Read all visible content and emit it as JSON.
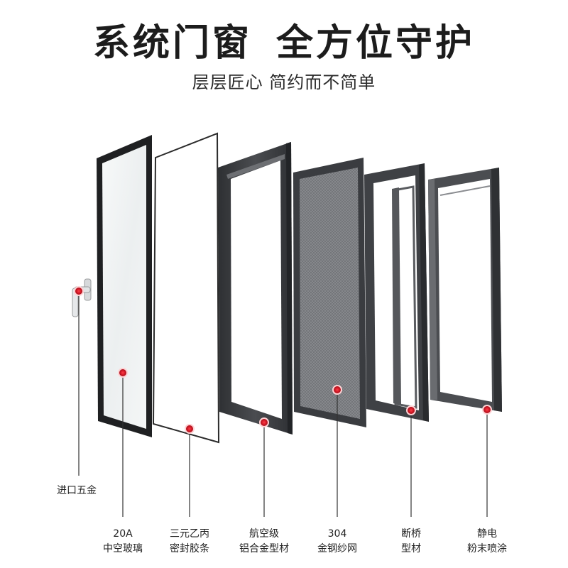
{
  "header": {
    "title_part1": "系统门窗",
    "title_part2": "全方位守护",
    "subtitle": "层层匠心 简约而不简单"
  },
  "callouts": [
    {
      "id": "hardware",
      "lines": [
        "进口五金"
      ]
    },
    {
      "id": "glass",
      "lines": [
        "20A",
        "中空玻璃"
      ]
    },
    {
      "id": "gasket",
      "lines": [
        "三元乙丙",
        "密封胶条"
      ]
    },
    {
      "id": "aluminum",
      "lines": [
        "航空级",
        "铝合金型材"
      ]
    },
    {
      "id": "mesh",
      "lines": [
        "304",
        "金钢纱网"
      ]
    },
    {
      "id": "thermal-break",
      "lines": [
        "断桥",
        "型材"
      ]
    },
    {
      "id": "coating",
      "lines": [
        "静电",
        "粉末喷涂"
      ]
    }
  ],
  "colors": {
    "frame_dark": "#3b3d40",
    "frame_mid": "#5a5c60",
    "marker_red": "#d0202a",
    "glass_tint": "#eef1f1"
  }
}
